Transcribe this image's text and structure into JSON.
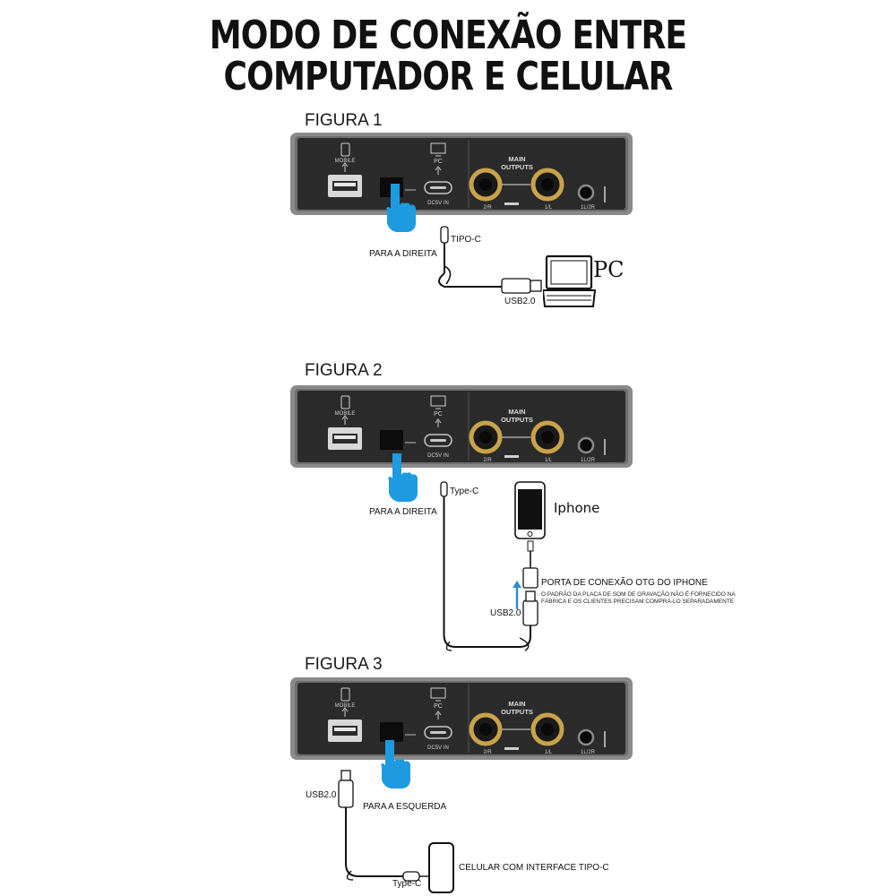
{
  "title": {
    "line1": "MODO DE CONEXÃO ENTRE",
    "line2": "COMPUTADOR E CELULAR"
  },
  "device_panel": {
    "mobile_label": "MOBILE",
    "pc_label": "PC",
    "dc_label": "DC5V IN",
    "main_outputs_line1": "MAIN",
    "main_outputs_line2": "OUTPUTS",
    "right_label": "2/R",
    "left_label": "1/L",
    "phones_label": "1L/2R"
  },
  "figures": [
    {
      "label": "FIGURA 1",
      "switch_label": "PARA A DIREITA",
      "cable_top_label": "TIPO-C",
      "cable_bottom_label": "USB2.0",
      "device_label": "PC"
    },
    {
      "label": "FIGURA 2",
      "switch_label": "PARA A DIREITA",
      "cable_top_label": "Type-C",
      "device_label": "Iphone",
      "otg_label": "PORTA DE CONEXÃO OTG DO IPHONE",
      "note": "O PADRÃO DA PLACA DE SOM DE GRAVAÇÃO NÃO É FORNECIDO NA FÁBRICA E OS CLIENTES PRECISAM COMPRÁ-LO SEPARADAMENTE",
      "usb_label": "USB2.0"
    },
    {
      "label": "FIGURA 3",
      "switch_label": "PARA A ESQUERDA",
      "cable_top_label": "USB2.0",
      "cable_bottom_label": "Type-C",
      "device_label": "CELULAR COM INTERFACE TIPO-C"
    }
  ],
  "colors": {
    "panel_bg": "#2b2b2b",
    "panel_frame": "#8a8a8a",
    "hand": "#1e9be0",
    "arrow": "#2a8fd6",
    "jack_gold": "#c9a24a"
  }
}
